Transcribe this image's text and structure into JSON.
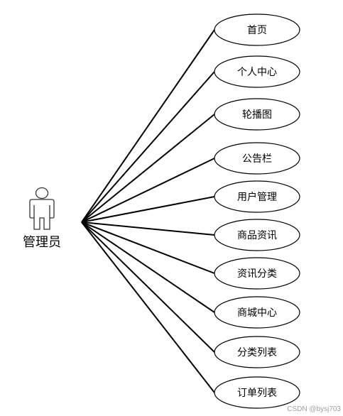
{
  "actor": {
    "label": "管理员"
  },
  "use_cases": [
    {
      "label": "首页"
    },
    {
      "label": "个人中心"
    },
    {
      "label": "轮播图"
    },
    {
      "label": "公告栏"
    },
    {
      "label": "用户管理"
    },
    {
      "label": "商品资讯"
    },
    {
      "label": "资讯分类"
    },
    {
      "label": "商城中心"
    },
    {
      "label": "分类列表"
    },
    {
      "label": "订单列表"
    }
  ],
  "watermark": "CSDN @bysj703"
}
